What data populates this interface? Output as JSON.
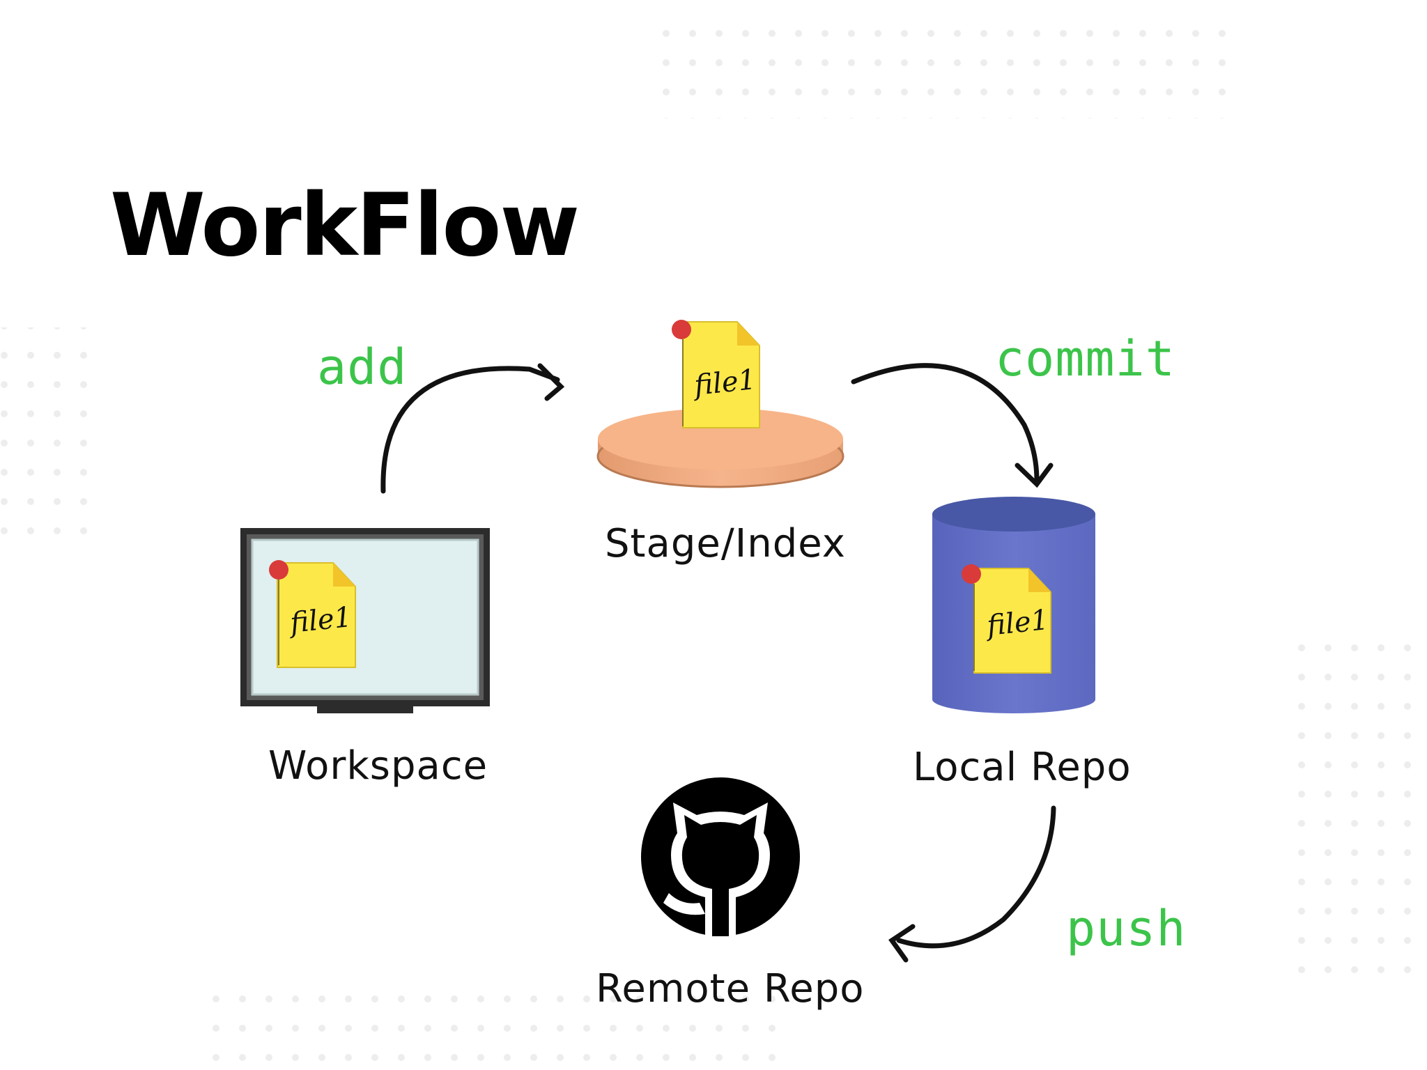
{
  "title": "WorkFlow",
  "nodes": {
    "workspace": {
      "label": "Workspace",
      "file_label": "file1"
    },
    "stage": {
      "label": "Stage/Index",
      "file_label": "file1"
    },
    "local": {
      "label": "Local Repo",
      "file_label": "file1"
    },
    "remote": {
      "label": "Remote Repo"
    }
  },
  "actions": {
    "add": "add",
    "commit": "commit",
    "push": "push"
  },
  "colors": {
    "action_text": "#3cc44a",
    "note_fill": "#fde84a",
    "note_pin": "#d93a3a",
    "platform": "#f3b088",
    "repo_cylinder": "#6470c4",
    "screen_bg": "#e0efef"
  },
  "icons": {
    "remote": "github-octocat-icon"
  }
}
